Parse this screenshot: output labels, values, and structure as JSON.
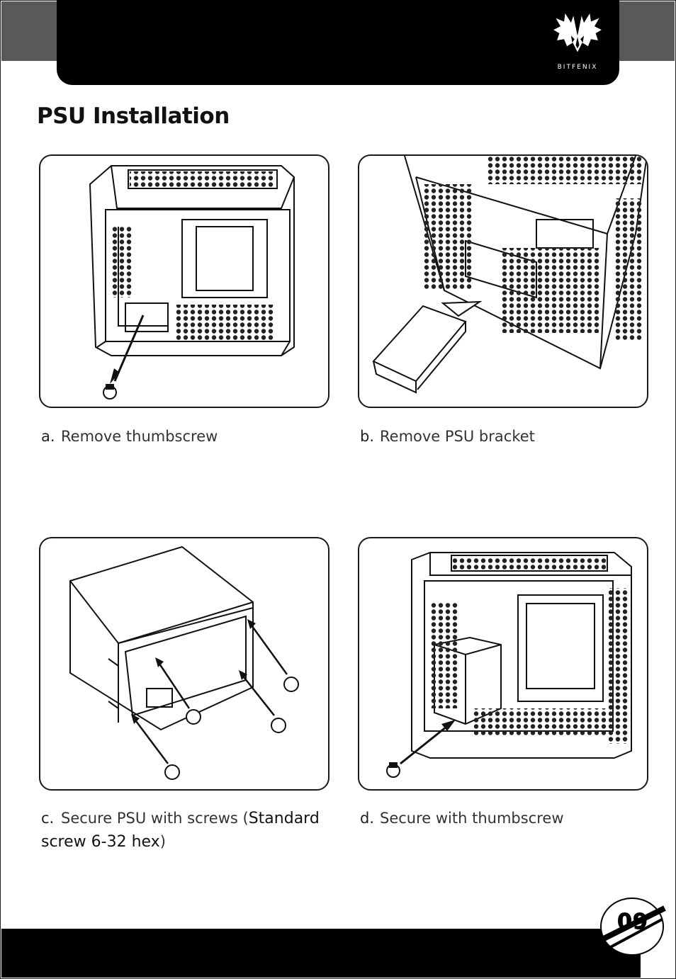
{
  "header": {
    "brand": "BITFENIX"
  },
  "title": "PSU Installation",
  "steps": [
    {
      "letter": "a.",
      "text": "Remove thumbscrew"
    },
    {
      "letter": "b.",
      "text": "Remove PSU bracket"
    },
    {
      "letter": "c.",
      "text": "Secure PSU with screws (",
      "emph": "Standard screw 6-32 hex",
      "text_end": ")"
    },
    {
      "letter": "d.",
      "text": "Secure with thumbscrew"
    }
  ],
  "footer": {
    "page_number": "09"
  }
}
